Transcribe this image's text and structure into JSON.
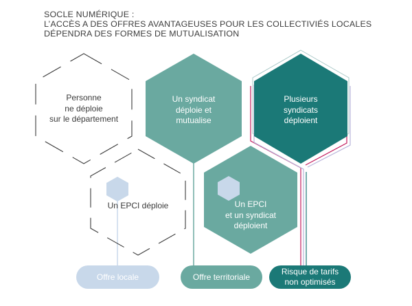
{
  "title": {
    "line1": "SOCLE NUMÉRIQUE :",
    "line2": "L’ACCÈS A DES OFFRES AVANTAGEUSES POUR LES COLLECTIVIÉS LOCALES",
    "line3": "DÉPENDRA DES FORMES DE MUTUALISATION"
  },
  "hexagons": {
    "h1": {
      "l1": "Personne",
      "l2": "ne déploie",
      "l3": "sur le département"
    },
    "h2": {
      "l1": "Un syndicat",
      "l2": "déploie et",
      "l3": "mutualise"
    },
    "h3": {
      "l1": "Plusieurs",
      "l2": "syndicats",
      "l3": "déploient"
    },
    "h4": {
      "l1": "Un EPCI déploie"
    },
    "h5": {
      "l1": "Un EPCI",
      "l2": "et un syndicat",
      "l3": "déploient"
    }
  },
  "outcomes": {
    "local": "Offre locale",
    "territoriale": "Offre territoriale",
    "risque": {
      "l1": "Risque de tarifs",
      "l2": "non optimisés"
    }
  },
  "colors": {
    "mid_teal": "#6aa9a0",
    "dark_teal": "#1b7977",
    "light_blue": "#c8d8ea",
    "magenta": "#c2185b",
    "lavender": "#b9b5da"
  }
}
